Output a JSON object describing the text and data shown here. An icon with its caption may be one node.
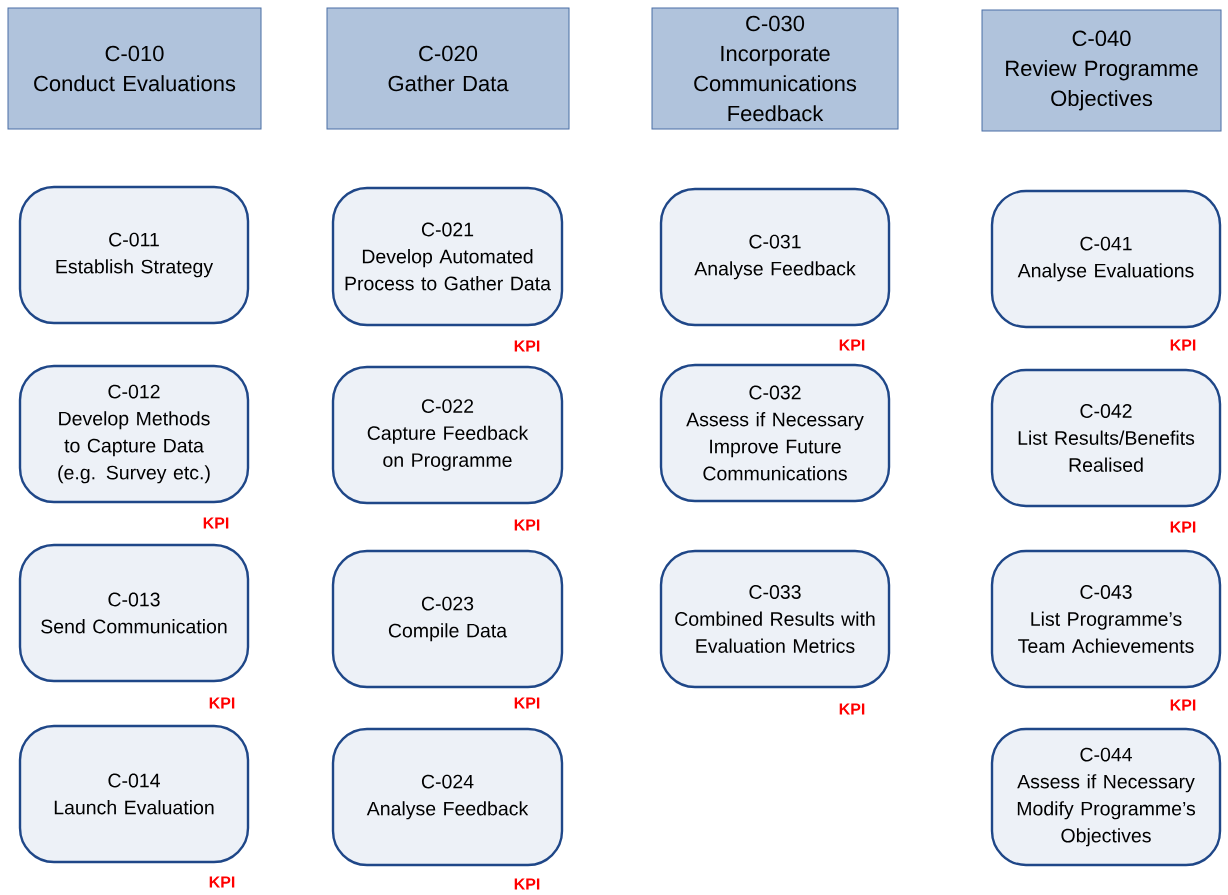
{
  "diagram": {
    "nodes": [
      {
        "text": [
          "C-010",
          "Conduct Evaluations"
        ]
      },
      {
        "text": [
          "C-011",
          "Establish Strategy"
        ]
      },
      {
        "text": [
          "C-012",
          "Develop Methods to Capture Data (e.g. Survey etc.)"
        ],
        "beside": [
          "KPI"
        ]
      },
      {
        "text": [
          "C-013",
          "Send Communication"
        ],
        "beside": [
          "KPI"
        ]
      },
      {
        "text": [
          "C-014",
          "Launch Evaluation"
        ],
        "beside": [
          "KPI"
        ]
      },
      {
        "text": [
          "C-020",
          "Gather Data"
        ]
      },
      {
        "text": [
          "C-021",
          "Develop Automated Process to Gather Data"
        ],
        "beside": [
          "KPI"
        ]
      },
      {
        "text": [
          "C-022",
          "Capture Feedback on Programme"
        ],
        "beside": [
          "KPI"
        ]
      },
      {
        "text": [
          "C-023",
          "Compile Data"
        ],
        "beside": [
          "KPI"
        ]
      },
      {
        "text": [
          "C-024",
          "Analyse Feedback"
        ],
        "beside": [
          "KPI"
        ]
      },
      {
        "text": [
          "C-030",
          "Incorporate Communications Feedback"
        ]
      },
      {
        "text": [
          "C-031",
          "Analyse Feedback"
        ],
        "beside": [
          "KPI"
        ]
      },
      {
        "text": [
          "C-032",
          "Assess if Necessary Improve Future Communications"
        ]
      },
      {
        "text": [
          "C-033",
          "Combined Results with Evaluation Metrics"
        ],
        "beside": [
          "KPI"
        ]
      },
      {
        "text": [
          "C-040",
          "Review Programme Objectives"
        ]
      },
      {
        "text": [
          "C-041",
          "Analyse Evaluations"
        ],
        "beside": [
          "KPI"
        ]
      },
      {
        "text": [
          "C-042",
          "List Results/Benefits Realised"
        ],
        "beside": [
          "KPI"
        ]
      },
      {
        "text": [
          "C-043",
          "List Programme’s Team Achievements"
        ],
        "beside": [
          "KPI"
        ]
      },
      {
        "text": [
          "C-044",
          "Assess if Necessary Modify Programme’s Objectives"
        ]
      }
    ]
  }
}
